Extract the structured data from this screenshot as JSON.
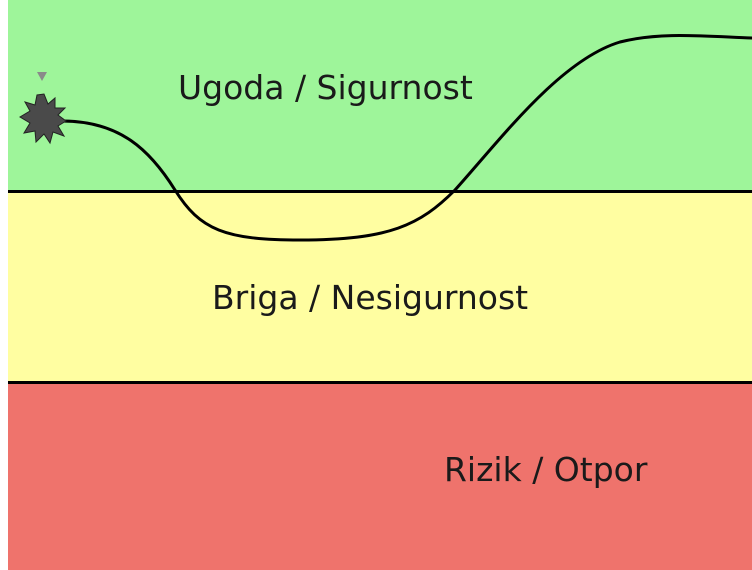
{
  "zones": {
    "top": {
      "label": "Ugoda / Sigurnost",
      "color": "#9ef59a"
    },
    "middle": {
      "label": "Briga / Nesigurnost",
      "color": "#fffea1"
    },
    "bottom": {
      "label": "Rizik / Otpor",
      "color": "#ef736c"
    }
  },
  "line_color": "#000000",
  "start_marker": {
    "fill": "#4a4a4a",
    "pointer_fill": "#8a8a8a"
  }
}
